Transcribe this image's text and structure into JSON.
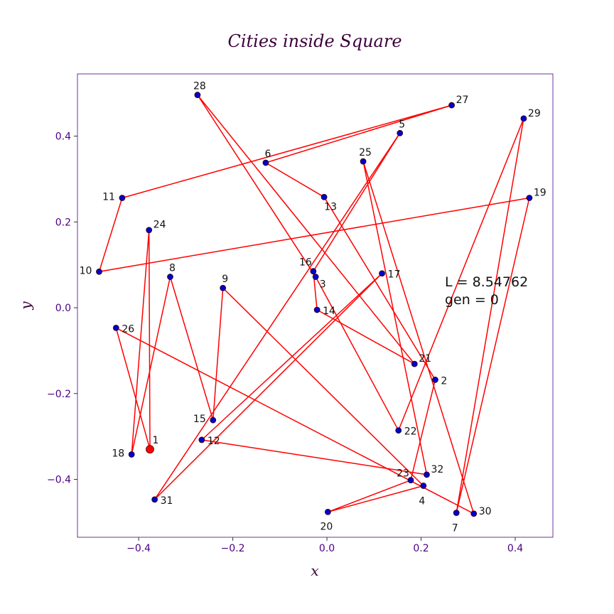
{
  "chart_data": {
    "type": "scatter",
    "title": "Cities inside Square",
    "xlabel": "x",
    "ylabel": "y",
    "xlim": [
      -0.53,
      0.48
    ],
    "ylim": [
      -0.535,
      0.545
    ],
    "xticks": [
      -0.4,
      -0.2,
      0.0,
      0.2,
      0.4
    ],
    "yticks": [
      -0.4,
      -0.2,
      0.0,
      0.2,
      0.4
    ],
    "xtick_labels": [
      "−0.4",
      "−0.2",
      "0.0",
      "0.2",
      "0.4"
    ],
    "ytick_labels": [
      "−0.4",
      "−0.2",
      "0.0",
      "0.2",
      "0.4"
    ],
    "grid": false,
    "annotation": {
      "L_text": "L = 8.54762",
      "gen_text": "gen = 0"
    },
    "colors": {
      "route": "#ff0000",
      "city": "#0000cd",
      "start": "#ff0000",
      "frame": "#4b0082"
    },
    "cities": [
      {
        "id": 1,
        "label": "1",
        "x": -0.376,
        "y": -0.33
      },
      {
        "id": 2,
        "label": "2",
        "x": 0.23,
        "y": -0.168
      },
      {
        "id": 3,
        "label": "3",
        "x": -0.024,
        "y": 0.072
      },
      {
        "id": 4,
        "label": "4",
        "x": 0.205,
        "y": -0.415
      },
      {
        "id": 5,
        "label": "5",
        "x": 0.155,
        "y": 0.407
      },
      {
        "id": 6,
        "label": "6",
        "x": -0.13,
        "y": 0.338
      },
      {
        "id": 7,
        "label": "7",
        "x": 0.275,
        "y": -0.478
      },
      {
        "id": 8,
        "label": "8",
        "x": -0.333,
        "y": 0.072
      },
      {
        "id": 9,
        "label": "9",
        "x": -0.221,
        "y": 0.046
      },
      {
        "id": 10,
        "label": "10",
        "x": -0.484,
        "y": 0.084
      },
      {
        "id": 11,
        "label": "11",
        "x": -0.435,
        "y": 0.256
      },
      {
        "id": 12,
        "label": "12",
        "x": -0.266,
        "y": -0.308
      },
      {
        "id": 13,
        "label": "13",
        "x": -0.006,
        "y": 0.258
      },
      {
        "id": 14,
        "label": "14",
        "x": -0.021,
        "y": -0.005
      },
      {
        "id": 15,
        "label": "15",
        "x": -0.242,
        "y": -0.262
      },
      {
        "id": 16,
        "label": "16",
        "x": -0.029,
        "y": 0.085
      },
      {
        "id": 17,
        "label": "17",
        "x": 0.117,
        "y": 0.08
      },
      {
        "id": 18,
        "label": "18",
        "x": -0.415,
        "y": -0.342
      },
      {
        "id": 19,
        "label": "19",
        "x": 0.43,
        "y": 0.256
      },
      {
        "id": 20,
        "label": "20",
        "x": 0.002,
        "y": -0.476
      },
      {
        "id": 21,
        "label": "21",
        "x": 0.186,
        "y": -0.131
      },
      {
        "id": 22,
        "label": "22",
        "x": 0.152,
        "y": -0.286
      },
      {
        "id": 23,
        "label": "23",
        "x": 0.178,
        "y": -0.402
      },
      {
        "id": 24,
        "label": "24",
        "x": -0.378,
        "y": 0.181
      },
      {
        "id": 25,
        "label": "25",
        "x": 0.077,
        "y": 0.341
      },
      {
        "id": 26,
        "label": "26",
        "x": -0.448,
        "y": -0.047
      },
      {
        "id": 27,
        "label": "27",
        "x": 0.265,
        "y": 0.472
      },
      {
        "id": 28,
        "label": "28",
        "x": -0.275,
        "y": 0.496
      },
      {
        "id": 29,
        "label": "29",
        "x": 0.418,
        "y": 0.441
      },
      {
        "id": 30,
        "label": "30",
        "x": 0.312,
        "y": -0.48
      },
      {
        "id": 31,
        "label": "31",
        "x": -0.366,
        "y": -0.447
      },
      {
        "id": 32,
        "label": "32",
        "x": 0.212,
        "y": -0.389
      }
    ],
    "route": [
      1,
      24,
      18,
      8,
      15,
      9,
      4,
      20,
      23,
      2,
      13,
      6,
      27,
      11,
      10,
      19,
      7,
      29,
      22,
      3,
      28,
      21,
      14,
      16,
      5,
      31,
      17,
      12,
      32,
      25,
      30,
      26,
      1
    ]
  }
}
